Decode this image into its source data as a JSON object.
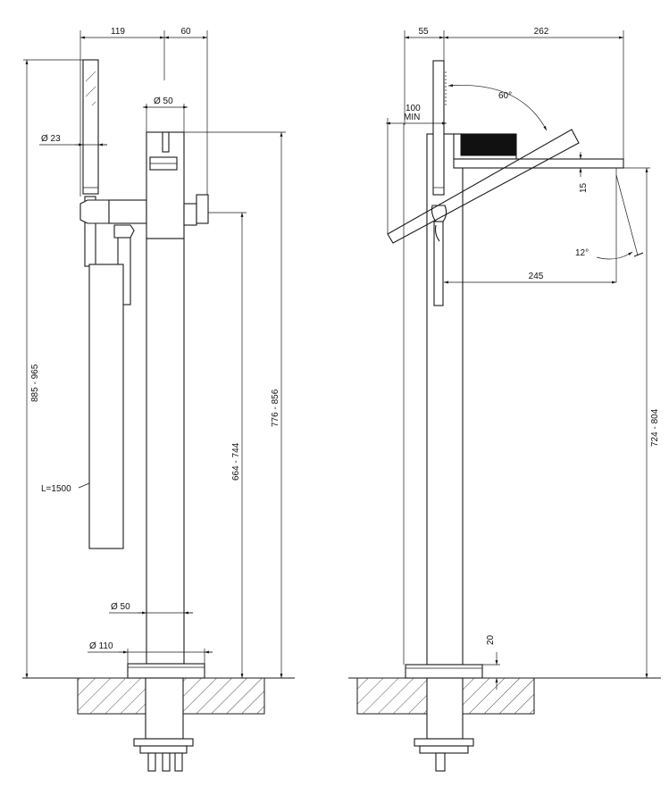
{
  "diagram": {
    "front_view": {
      "dim_top_left": "119",
      "dim_top_right": "60",
      "dim_spout_diameter": "Ø 50",
      "dim_handshower_diameter": "Ø 23",
      "dim_total_height": "885 - 965",
      "dim_outlet_height": "776 - 856",
      "dim_holder_height": "664 - 744",
      "dim_hose_length": "L=1500",
      "dim_column_diameter": "Ø 50",
      "dim_base_diameter": "Ø 110"
    },
    "side_view": {
      "dim_top_left": "55",
      "dim_top_right": "262",
      "dim_clearance_value": "100",
      "dim_clearance_unit": "MIN",
      "dim_lever_angle": "60°",
      "dim_spout_thickness": "15",
      "dim_spout_angle": "12°",
      "dim_spout_reach": "245",
      "dim_spout_height": "724 - 804",
      "dim_base_height": "20"
    }
  }
}
